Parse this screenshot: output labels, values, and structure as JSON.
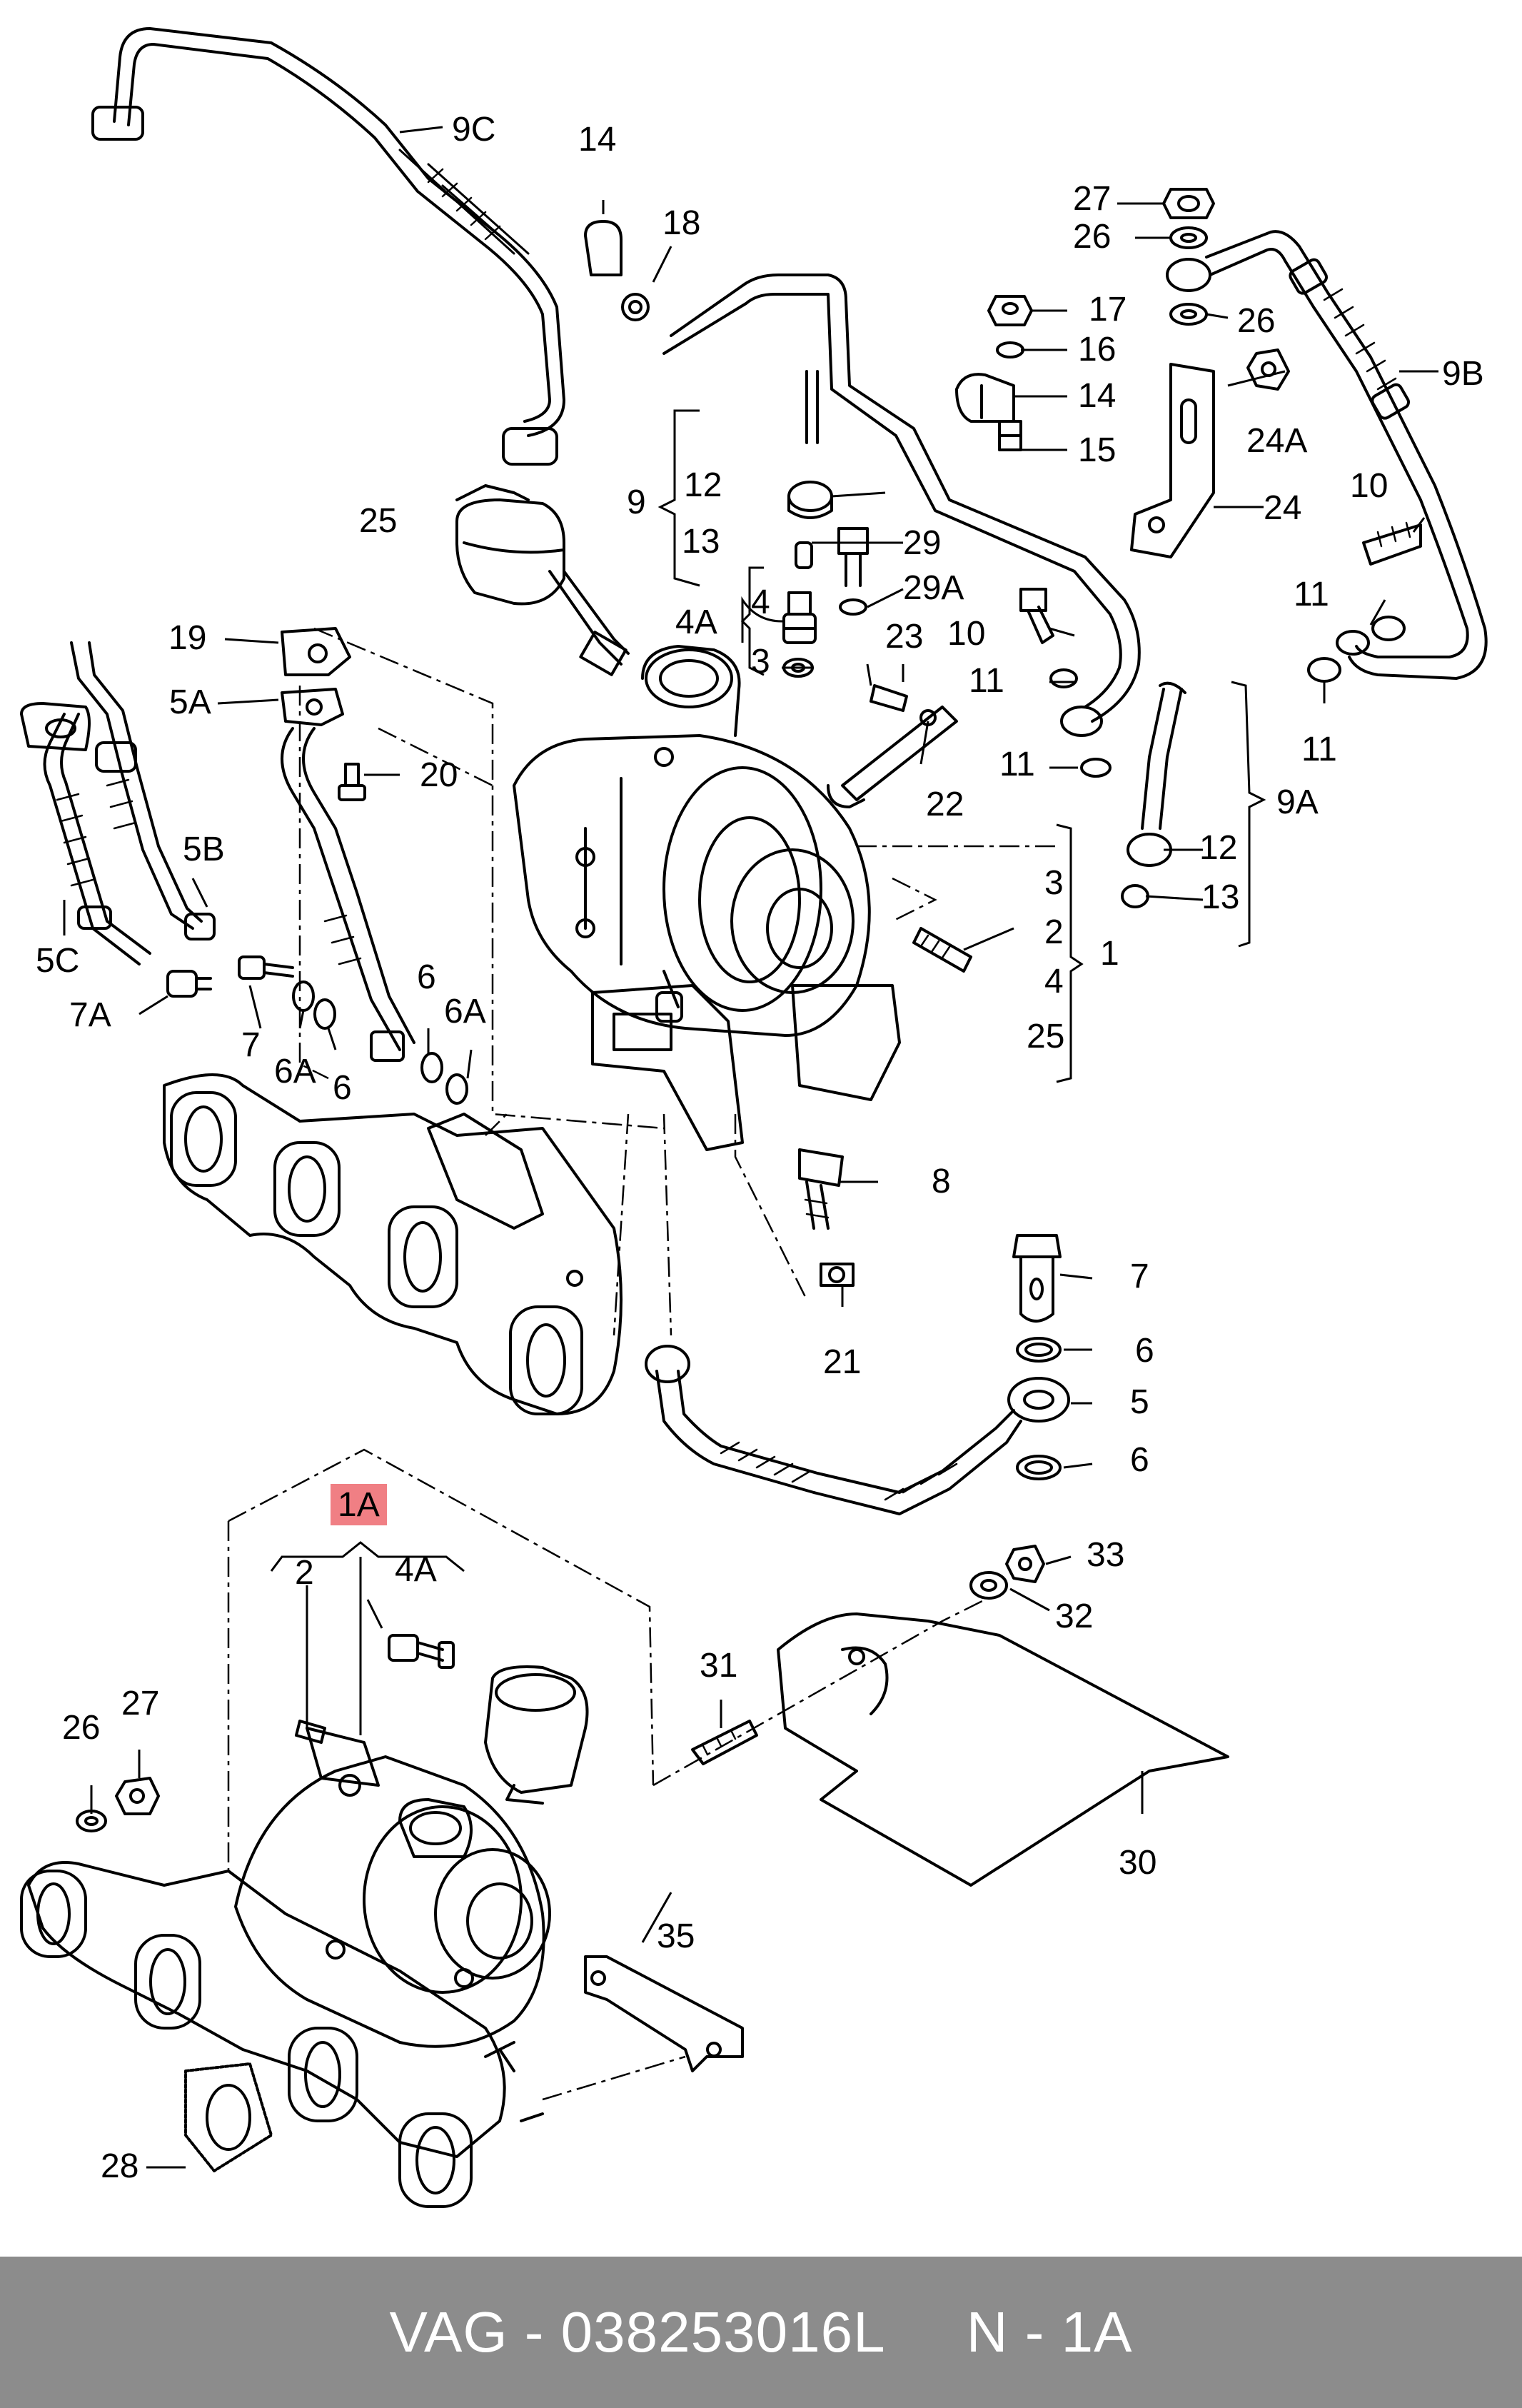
{
  "footer": {
    "text": "VAG - 038253016L     N - 1A"
  },
  "colors": {
    "highlight": "#f07f84",
    "footer_background": "#8c8c8c",
    "footer_text": "#ffffff",
    "line": "#000000"
  },
  "callouts": [
    {
      "id": "9C-top",
      "text": "9C"
    },
    {
      "id": "14-top",
      "text": "14"
    },
    {
      "id": "18",
      "text": "18"
    },
    {
      "id": "27-right",
      "text": "27"
    },
    {
      "id": "26-right-a",
      "text": "26"
    },
    {
      "id": "17",
      "text": "17"
    },
    {
      "id": "26-right-b",
      "text": "26"
    },
    {
      "id": "16",
      "text": "16"
    },
    {
      "id": "9B",
      "text": "9B"
    },
    {
      "id": "14-right",
      "text": "14"
    },
    {
      "id": "15",
      "text": "15"
    },
    {
      "id": "24A",
      "text": "24A"
    },
    {
      "id": "12-top",
      "text": "12"
    },
    {
      "id": "9",
      "text": "9"
    },
    {
      "id": "25-top",
      "text": "25"
    },
    {
      "id": "13-top",
      "text": "13"
    },
    {
      "id": "29",
      "text": "29"
    },
    {
      "id": "24",
      "text": "24"
    },
    {
      "id": "10-right",
      "text": "10"
    },
    {
      "id": "4-mid",
      "text": "4"
    },
    {
      "id": "29A",
      "text": "29A"
    },
    {
      "id": "4A-mid",
      "text": "4A"
    },
    {
      "id": "11-right-a",
      "text": "11"
    },
    {
      "id": "19",
      "text": "19"
    },
    {
      "id": "23",
      "text": "23"
    },
    {
      "id": "10-mid",
      "text": "10"
    },
    {
      "id": "3-mid",
      "text": "3"
    },
    {
      "id": "11-mid-a",
      "text": "11"
    },
    {
      "id": "5A",
      "text": "5A"
    },
    {
      "id": "11-right-b",
      "text": "11"
    },
    {
      "id": "20",
      "text": "20"
    },
    {
      "id": "11-mid-b",
      "text": "11"
    },
    {
      "id": "22",
      "text": "22"
    },
    {
      "id": "9A",
      "text": "9A"
    },
    {
      "id": "5B",
      "text": "5B"
    },
    {
      "id": "12-right",
      "text": "12"
    },
    {
      "id": "3-right",
      "text": "3"
    },
    {
      "id": "13-right",
      "text": "13"
    },
    {
      "id": "2-right",
      "text": "2"
    },
    {
      "id": "5C",
      "text": "5C"
    },
    {
      "id": "6-left",
      "text": "6"
    },
    {
      "id": "4-right",
      "text": "4"
    },
    {
      "id": "1",
      "text": "1"
    },
    {
      "id": "6A-left",
      "text": "6A"
    },
    {
      "id": "7A",
      "text": "7A"
    },
    {
      "id": "25-right",
      "text": "25"
    },
    {
      "id": "7-left",
      "text": "7"
    },
    {
      "id": "6A-mid",
      "text": "6A"
    },
    {
      "id": "6-mid",
      "text": "6"
    },
    {
      "id": "8",
      "text": "8"
    },
    {
      "id": "7-right",
      "text": "7"
    },
    {
      "id": "21",
      "text": "21"
    },
    {
      "id": "6-right-a",
      "text": "6"
    },
    {
      "id": "5",
      "text": "5"
    },
    {
      "id": "6-right-b",
      "text": "6"
    },
    {
      "id": "1A",
      "text": "1A",
      "highlight": true
    },
    {
      "id": "33",
      "text": "33"
    },
    {
      "id": "2-lower",
      "text": "2"
    },
    {
      "id": "4A-lower",
      "text": "4A"
    },
    {
      "id": "32",
      "text": "32"
    },
    {
      "id": "31",
      "text": "31"
    },
    {
      "id": "26-lower",
      "text": "26"
    },
    {
      "id": "27-lower",
      "text": "27"
    },
    {
      "id": "30",
      "text": "30"
    },
    {
      "id": "35",
      "text": "35"
    },
    {
      "id": "28",
      "text": "28"
    }
  ]
}
